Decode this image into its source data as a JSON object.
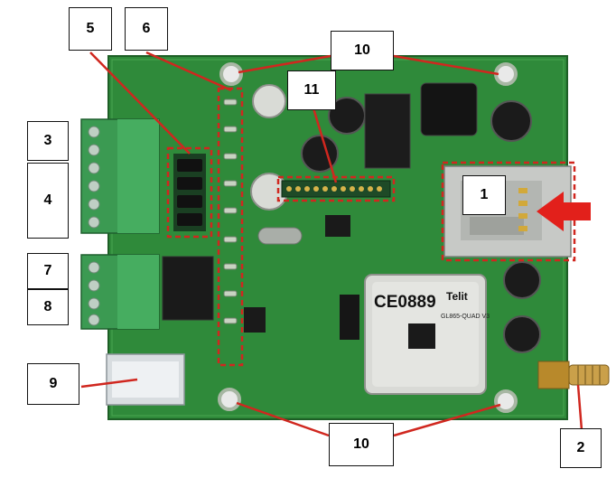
{
  "figure": {
    "callouts": {
      "c1": "1",
      "c2": "2",
      "c3": "3",
      "c4": "4",
      "c5": "5",
      "c6": "6",
      "c7": "7",
      "c8": "8",
      "c9": "9",
      "c10_top": "10",
      "c10_bottom": "10",
      "c11": "11"
    },
    "module_marking": {
      "ce_mark": "CE0889",
      "brand": "Telit",
      "model": "GL865-QUAD V3"
    },
    "colors": {
      "pcb": "#2f8a3a",
      "callout_line": "#d0271f",
      "highlight_box": "#d0271f",
      "arrow": "#e2201b"
    }
  }
}
